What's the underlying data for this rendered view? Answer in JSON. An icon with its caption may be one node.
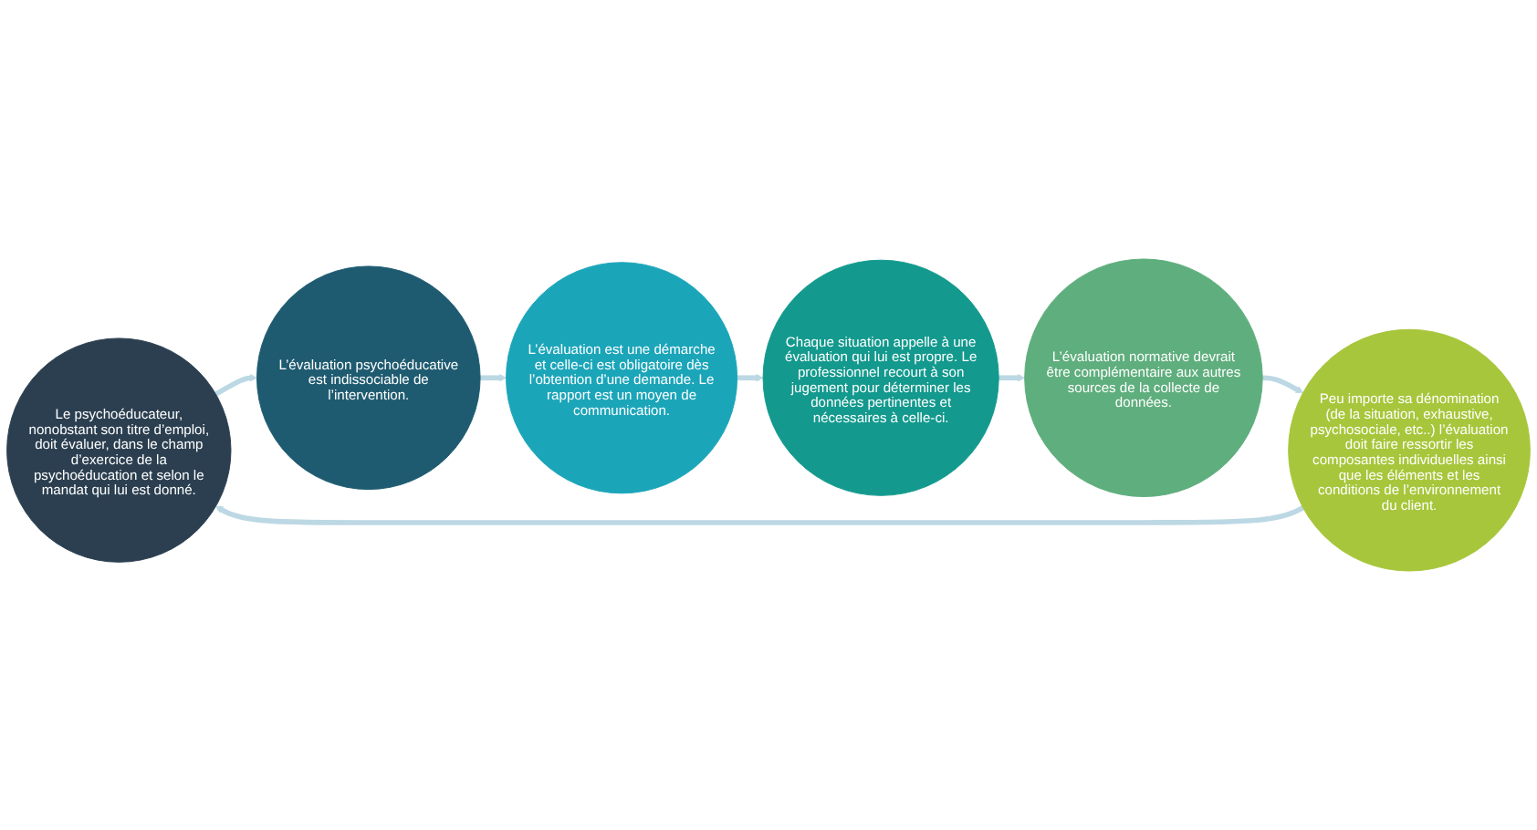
{
  "diagram": {
    "nodes": [
      {
        "text": [
          "Le psychoéducateur, nonobstant son titre d’emploi, doit évaluer, dans le champ d’exercice de la psychoéducation et selon le mandat qui lui est donné."
        ]
      },
      {
        "text": [
          "L’évaluation psychoéducative est indissociable de l’intervention."
        ]
      },
      {
        "text": [
          "L’évaluation est une démarche et celle-ci est obligatoire dès l’obtention d’une demande. Le rapport est un moyen de communication."
        ]
      },
      {
        "text": [
          "Peu importe sa dénomination (de la situation, exhaustive, psychosociale, etc..) l’évaluation doit faire ressortir les composantes individuelles ainsi que les éléments et les conditions de l’environnement du client."
        ]
      },
      {
        "text": [
          "L’évaluation normative devrait être complémentaire aux autres sources de la collecte de données."
        ]
      },
      {
        "text": [
          "Chaque situation appelle à une évaluation qui lui est propre. Le professionnel recourt à son jugement pour déterminer les données pertinentes et nécessaires à celle-ci."
        ]
      }
    ],
    "edges": [
      {
        "from": 0,
        "to": 1,
        "arrow": "to"
      },
      {
        "from": 1,
        "to": 2,
        "arrow": "to"
      },
      {
        "from": 2,
        "to": 5,
        "arrow": "to"
      },
      {
        "from": 5,
        "to": 4,
        "arrow": "to"
      },
      {
        "from": 4,
        "to": 3,
        "arrow": "to"
      },
      {
        "from": 3,
        "to": 0,
        "arrow": "to"
      }
    ]
  }
}
